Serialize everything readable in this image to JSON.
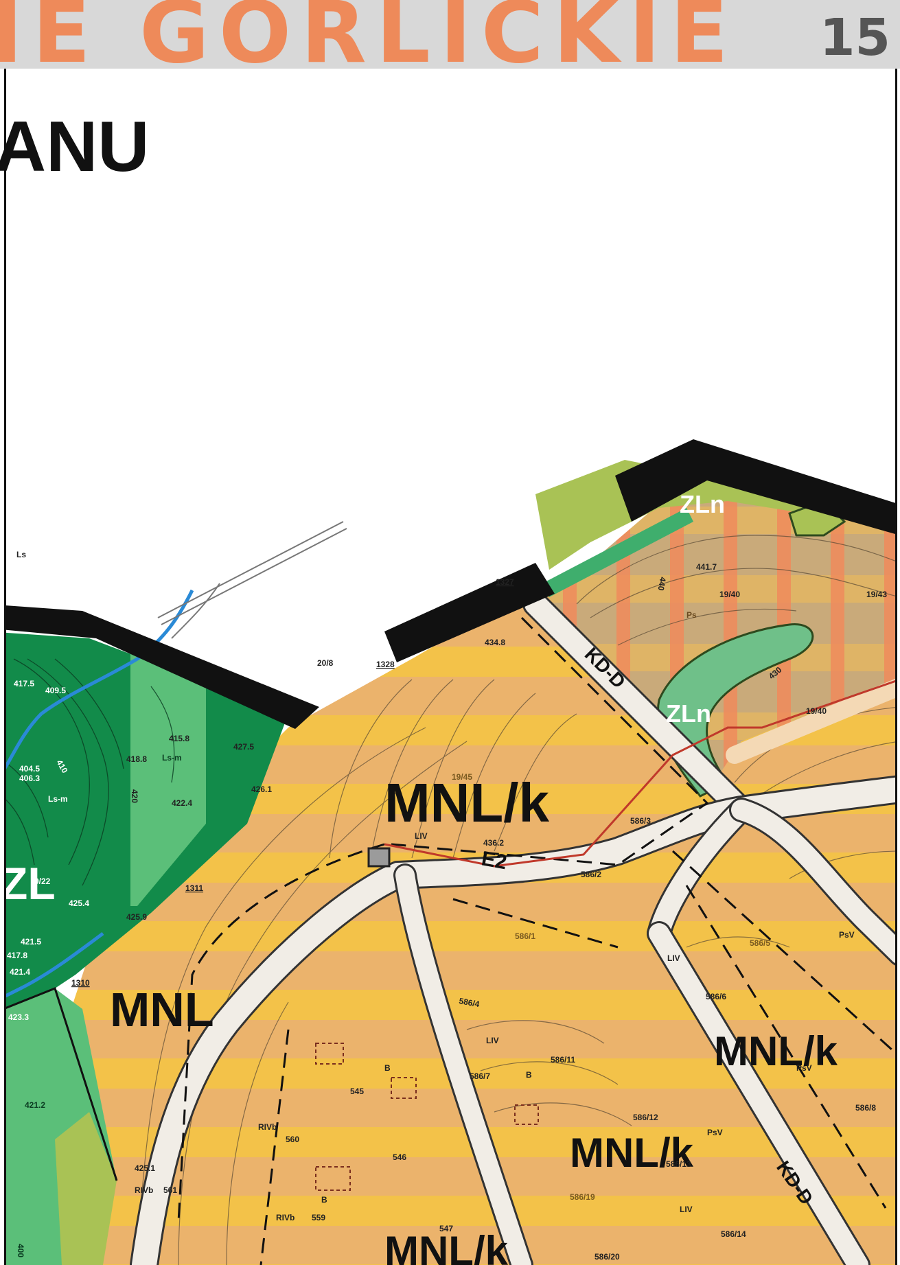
{
  "header": {
    "title_fragment": "CIE GORLICKIE",
    "page_number": "15"
  },
  "heading_fragment": "ANU",
  "colors": {
    "residential": "#ebb36c",
    "residential_stripe": "#f3c249",
    "forest_dark": "#128b4a",
    "forest_light": "#5bbf79",
    "meadow": "#a9c255",
    "pasture": "#c9aa7a",
    "pasture_stripe": "#f08b5c",
    "road": "#f1ede6",
    "plan_boundary": "#111111",
    "stream": "#2a8ad6",
    "power_line": "#c0392b",
    "header_title": "#ee8a5a"
  },
  "zones": {
    "mnl": "MNL",
    "mnl_k_1": "MNL/k",
    "mnl_k_2": "MNL/k",
    "mnl_k_3": "MNL/k",
    "mnl_k_4": "MNL/k",
    "zln_1": "ZLn",
    "zln_2": "ZLn",
    "zl": "ZL"
  },
  "roads": {
    "kdd_1": "KD-D",
    "kdd_2": "KD-D"
  },
  "powerline": {
    "e2": "E2"
  },
  "labels": {
    "ls": "Ls",
    "p_20_8": "20/8",
    "p_1328": "1328",
    "p_1327": "1327",
    "p_19_40": "19/40",
    "p_19_40b": "19/40",
    "p_19_43": "19/43",
    "p_19_45": "19/45",
    "h_441_7": "441.7",
    "ps": "Ps",
    "liv": "LIV",
    "h_436_2": "436.2",
    "p_586_3": "586/3",
    "p_586_2": "586/2",
    "p_586_1": "586/1",
    "p_586_5": "586/5",
    "p_586_6": "586/6",
    "p_586_4": "586/4",
    "p_586_11": "586/11",
    "p_586_7": "586/7",
    "p_586_12": "586/12",
    "p_586_13": "586/13",
    "p_586_19": "586/19",
    "p_586_14": "586/14",
    "p_586_20": "586/20",
    "p_586_8": "586/8",
    "p_545": "545",
    "p_546": "546",
    "p_560": "560",
    "p_561": "561",
    "p_547": "547",
    "p_559": "559",
    "p_1311": "1311",
    "p_1310": "1310",
    "p_9_22": "9/22",
    "psv": "PsV",
    "psv2": "PsV",
    "psv3": "PsV",
    "riv": "RIVb",
    "riv2": "RIVb",
    "riv3": "RIVb",
    "liv2": "LIV",
    "liv3": "LIV",
    "liv4": "LIV",
    "b1": "B",
    "b2": "B",
    "b3": "B",
    "h_425_1": "425.1",
    "h_421_2": "421.2",
    "h_422_4": "422.4",
    "h_426_1": "426.1",
    "h_415_8": "415.8",
    "h_418_8": "418.8",
    "h_417_5": "417.5",
    "h_409_5": "409.5",
    "h_404_5": "404.5",
    "h_406_3": "406.3",
    "h_421_5": "421.5",
    "h_417_8": "417.8",
    "h_421_4": "421.4",
    "h_423_3": "423.3",
    "h_425_9": "425.9",
    "h_425_4": "425.4",
    "h_434_8": "434.8",
    "h_427_5": "427.5",
    "lam": "Ls-m",
    "lam2": "Ls-m",
    "c_440": "440",
    "c_410": "410",
    "c_420": "420",
    "c_430": "430",
    "c_400": "400"
  }
}
